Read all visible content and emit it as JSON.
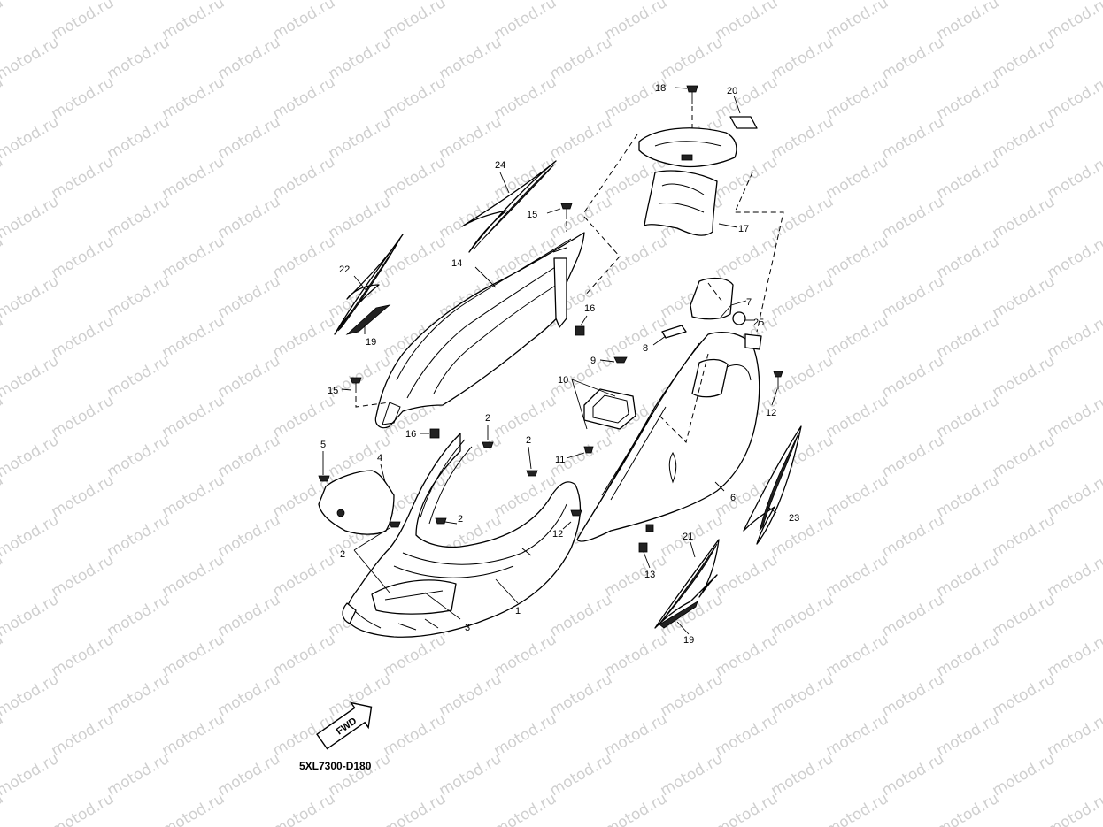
{
  "diagram_code": "5XL7300-D180",
  "fwd_label": "FWD",
  "watermark": "motod.ru",
  "callouts": [
    {
      "id": "c1",
      "label": "1"
    },
    {
      "id": "c2a",
      "label": "2"
    },
    {
      "id": "c2b",
      "label": "2"
    },
    {
      "id": "c2c",
      "label": "2"
    },
    {
      "id": "c2d",
      "label": "2"
    },
    {
      "id": "c3",
      "label": "3"
    },
    {
      "id": "c4",
      "label": "4"
    },
    {
      "id": "c5",
      "label": "5"
    },
    {
      "id": "c6",
      "label": "6"
    },
    {
      "id": "c7",
      "label": "7"
    },
    {
      "id": "c8",
      "label": "8"
    },
    {
      "id": "c9",
      "label": "9"
    },
    {
      "id": "c10",
      "label": "10"
    },
    {
      "id": "c11",
      "label": "11"
    },
    {
      "id": "c12a",
      "label": "12"
    },
    {
      "id": "c12b",
      "label": "12"
    },
    {
      "id": "c13",
      "label": "13"
    },
    {
      "id": "c14",
      "label": "14"
    },
    {
      "id": "c15a",
      "label": "15"
    },
    {
      "id": "c15b",
      "label": "15"
    },
    {
      "id": "c16a",
      "label": "16"
    },
    {
      "id": "c16b",
      "label": "16"
    },
    {
      "id": "c17",
      "label": "17"
    },
    {
      "id": "c18",
      "label": "18"
    },
    {
      "id": "c19a",
      "label": "19"
    },
    {
      "id": "c19b",
      "label": "19"
    },
    {
      "id": "c20",
      "label": "20"
    },
    {
      "id": "c21",
      "label": "21"
    },
    {
      "id": "c22",
      "label": "22"
    },
    {
      "id": "c23",
      "label": "23"
    },
    {
      "id": "c24",
      "label": "24"
    },
    {
      "id": "c25",
      "label": "25"
    }
  ]
}
